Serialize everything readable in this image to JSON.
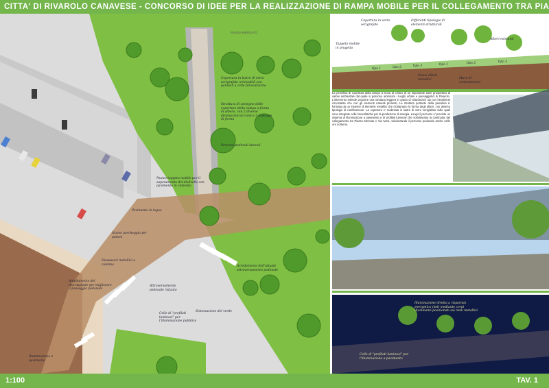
{
  "header": {
    "title": "CITTA' DI RIVAROLO CANAVESE - CONCORSO DI IDEE PER LA REALIZZAZIONE DI RAMPA MOBILE PER IL COLLEGAMENTO TRA PIAZZA MERCATO E VIA IVREA"
  },
  "footer": {
    "scale": "1:100",
    "sheet": "TAV. 1"
  },
  "plan": {
    "street_label": "PIAZZA MERCATO",
    "annotations": [
      "Copertura in lastre di vetro serigrafate orientabili con pannelli a celle fotovoltaiche",
      "Struttura di sostegno delle coperture della rampa a forma di albero, con 2 diverse diramazioni di rami e 3 tipologie di forma",
      "Percorsi pedonali laterali",
      "Nuovo tappeto mobile per il superamento del dislivello con pavimento in cemento",
      "Pavimento in legno",
      "Nuovo parcheggio per pedoni",
      "Dissuasori metallici a colonna",
      "Ampliamento del marciapiede per migliorare il passaggio pedonale",
      "Attraversamento pedonale rialzato",
      "Celle di \"profilati luminosi\" per l'illuminazione pubblica",
      "Arredamento dell'attuale attraversamento pedonale",
      "Sistemazione del verde",
      "Illuminazione a pavimento"
    ]
  },
  "section": {
    "annotations": [
      "Copertura in vetro serigrafato",
      "Differenti tipologie di elementi strutturali",
      "Alberi esistenti",
      "Tappeto mobile in progetto",
      "Nuovi alberi metallici",
      "Muro di contenimento"
    ],
    "tree_labels": [
      "tipo 1",
      "tipo 2",
      "tipo 3",
      "tipo 1",
      "tipo 2",
      "tipo 3"
    ]
  },
  "description": "La pensilina di copertura della rampa si trova al centro di un importante asse prospettico di valore ambientale dal quale si possono ammirare i luoghi urbani e paesaggistici di Rivarolo. L'intervento intende proporre una struttura leggera in grado di relazionarsi sia con l'ambiente circostante che con gli elementi naturali presenti. La struttura portante della pensilina e' formata da un insieme di elementi metallici che richiamano la forma degli alberi, con diverse tipologie di ramificazione. La copertura e' realizzata in lastre di vetro serigrafato sulle quali sono integrate celle fotovoltaiche per la produzione di energia. Lungo il percorso e' previsto un sistema di illuminazione a pavimento e di profilati luminosi che sottolineano la continuita' del collegamento tra Piazza Mercato e Via Ivrea, valorizzando il percorso pedonale anche nelle ore notturne.",
  "night_view": {
    "annotations": [
      "Illuminazione diretta a risparmio energetico (led) mediante corpi illuminanti posizionati sui rami metallici",
      "Celle di \"profilati luminosi\" per l'illuminazione a pavimento"
    ]
  }
}
